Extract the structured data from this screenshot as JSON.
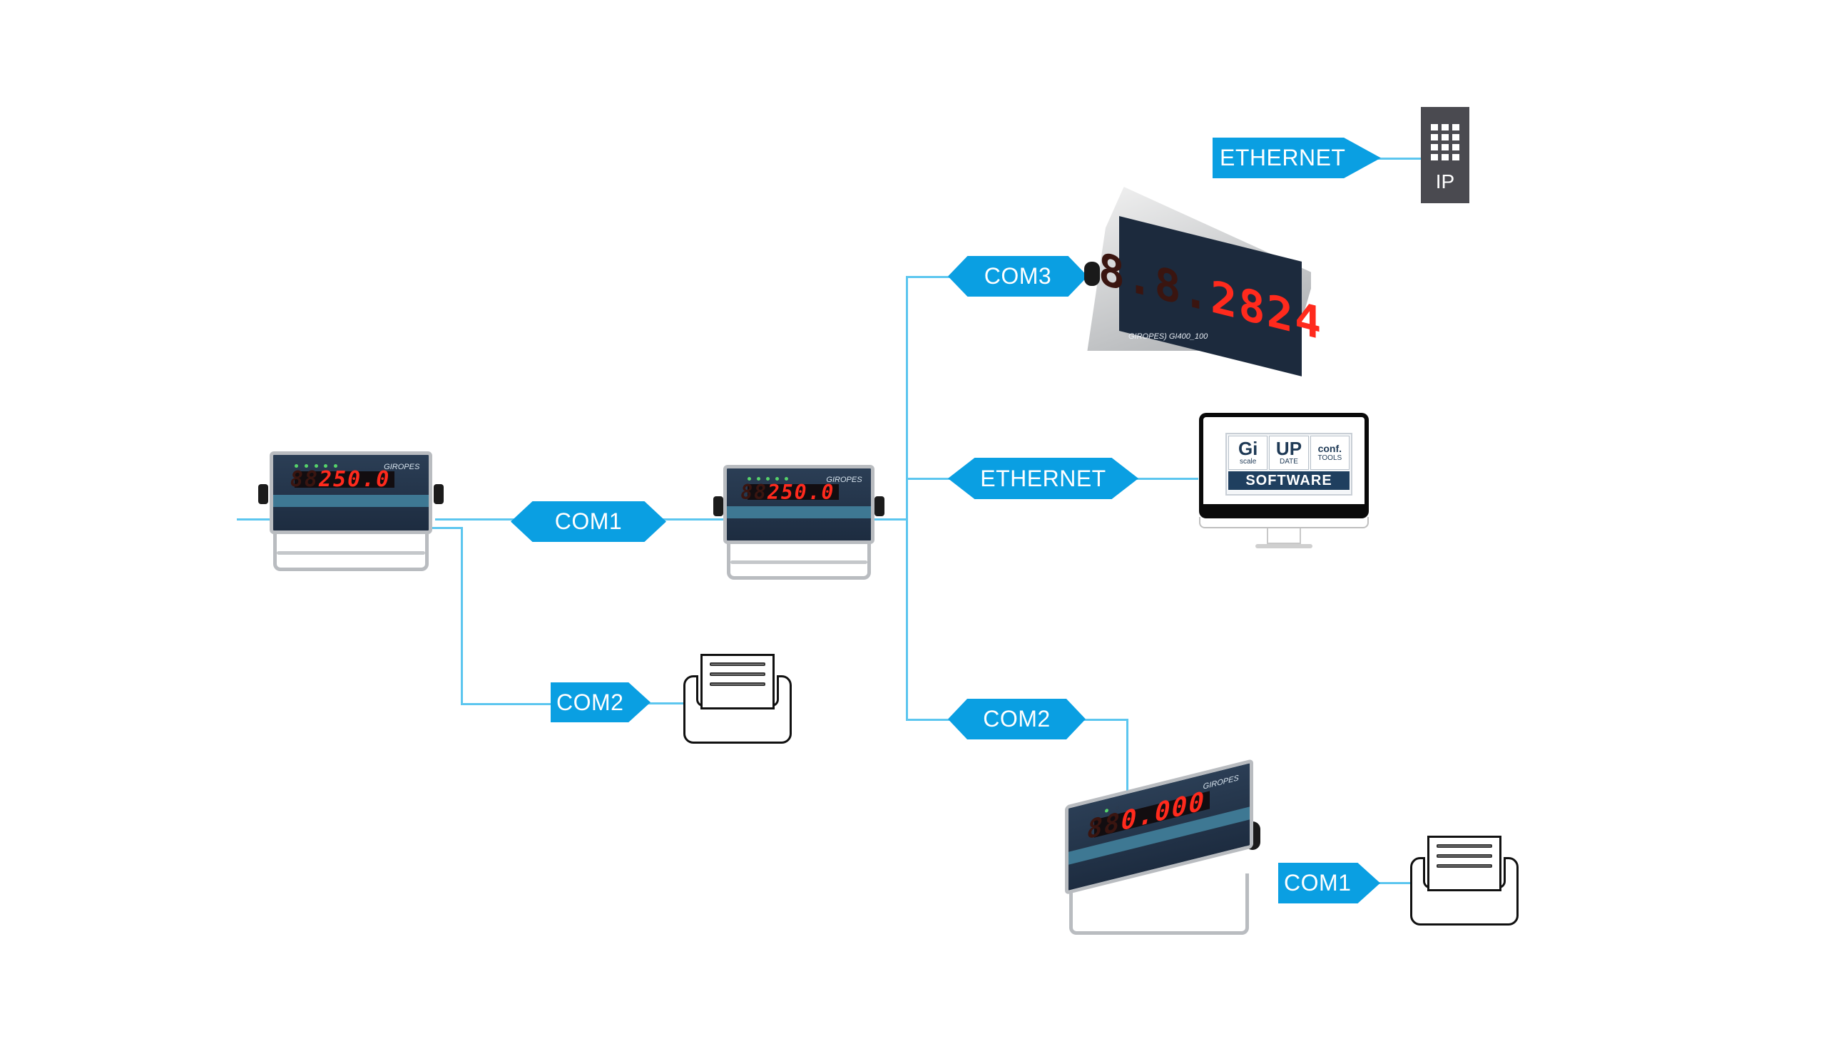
{
  "diagram": {
    "title": "",
    "colors": {
      "tag_fill": "#0a9fe2",
      "wire": "#5cc6ef",
      "background": "#ffffff"
    },
    "nodes": {
      "indicator_1": {
        "type": "weighing-indicator",
        "display": {
          "dim_prefix": "88",
          "value": "250.0"
        }
      },
      "indicator_2": {
        "type": "weighing-indicator",
        "display": {
          "dim_prefix": "88",
          "value": "250.0"
        }
      },
      "indicator_3": {
        "type": "weighing-indicator",
        "display": {
          "dim_prefix": "88",
          "value": "0.000"
        }
      },
      "big_display": {
        "type": "remote-display",
        "display": {
          "dim_prefix": "8.8.",
          "value": "2824"
        },
        "brand": "GIROPES) GI400_100"
      },
      "software": {
        "type": "computer",
        "tiles": [
          {
            "big": "Gi",
            "small": "scale"
          },
          {
            "big": "UP",
            "small": "DATE"
          },
          {
            "big": "conf.",
            "small": "TOOLS"
          }
        ],
        "band": "SOFTWARE"
      },
      "ip_device": {
        "type": "ip-keypad",
        "label": "IP"
      },
      "printer_1": {
        "type": "printer"
      },
      "printer_2": {
        "type": "printer"
      }
    },
    "connections": [
      {
        "label": "COM1",
        "from": "indicator_1",
        "to": "indicator_2"
      },
      {
        "label": "COM2",
        "from": "indicator_1",
        "to": "printer_1"
      },
      {
        "label": "COM3",
        "from": "indicator_2",
        "to": "big_display"
      },
      {
        "label": "ETHERNET",
        "from": "indicator_2",
        "to": "software"
      },
      {
        "label": "COM2",
        "from": "indicator_2",
        "to": "indicator_3"
      },
      {
        "label": "ETHERNET",
        "from": "big_display",
        "to": "ip_device"
      },
      {
        "label": "COM1",
        "from": "indicator_3",
        "to": "printer_2"
      }
    ]
  }
}
